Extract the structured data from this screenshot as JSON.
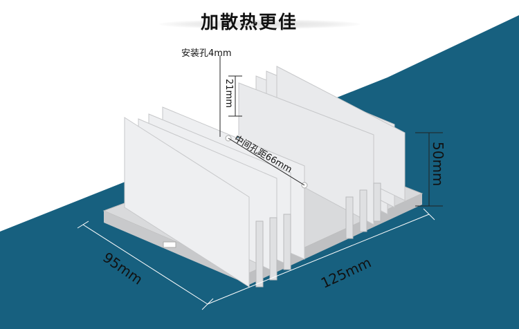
{
  "title": "加散热更佳",
  "annotations": {
    "mount_hole": "安装孔4mm",
    "fin_height": "21mm",
    "hole_spacing": "中间孔距66mm",
    "total_height": "50mm",
    "width": "95mm",
    "length": "125mm"
  },
  "colors": {
    "background_blue": "#17607f",
    "aluminum": "#e6e7e9"
  }
}
